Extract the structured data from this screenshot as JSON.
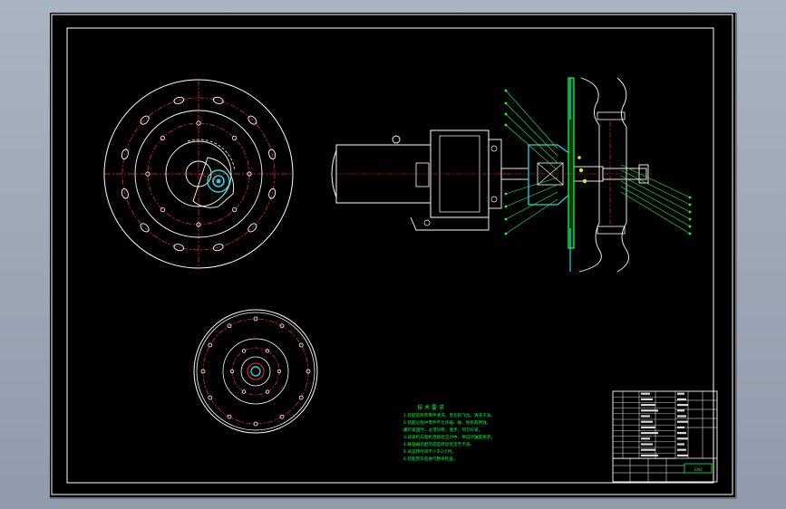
{
  "drawing": {
    "colors": {
      "background": "#000000",
      "frame": "#ffffff",
      "centerline": "#ff2a2a",
      "cyan": "#22d6e6",
      "green": "#1aff3a",
      "annotation_green": "#00ff3c"
    },
    "views": [
      {
        "id": "front-view",
        "description": "flange bolt circle view with offset hub"
      },
      {
        "id": "disc-view",
        "description": "circular disc with bolt circles"
      },
      {
        "id": "side-section",
        "description": "motor, gearbox, shaft and flange assembly section"
      }
    ],
    "technical_notes": {
      "title": "技 术 要 求",
      "lines": [
        "1.装配前所有零件清洗，无毛刺飞边，清洗干净。",
        "2.装配过程中零件不允许磕、碰、划伤和锈蚀。",
        "螺钉紧固时，必须对称，逐步，均匀拧紧。",
        "3.减速机与电机连接处应对中，保证同轴度要求。",
        "4.联轴器装配完成后转动灵活无卡滞。",
        "5.试运转时间不少于2小时。",
        "6.装配完毕后进行整体检查。"
      ]
    },
    "title_block": {
      "rows": 12,
      "stamp_label": "CAD"
    }
  }
}
